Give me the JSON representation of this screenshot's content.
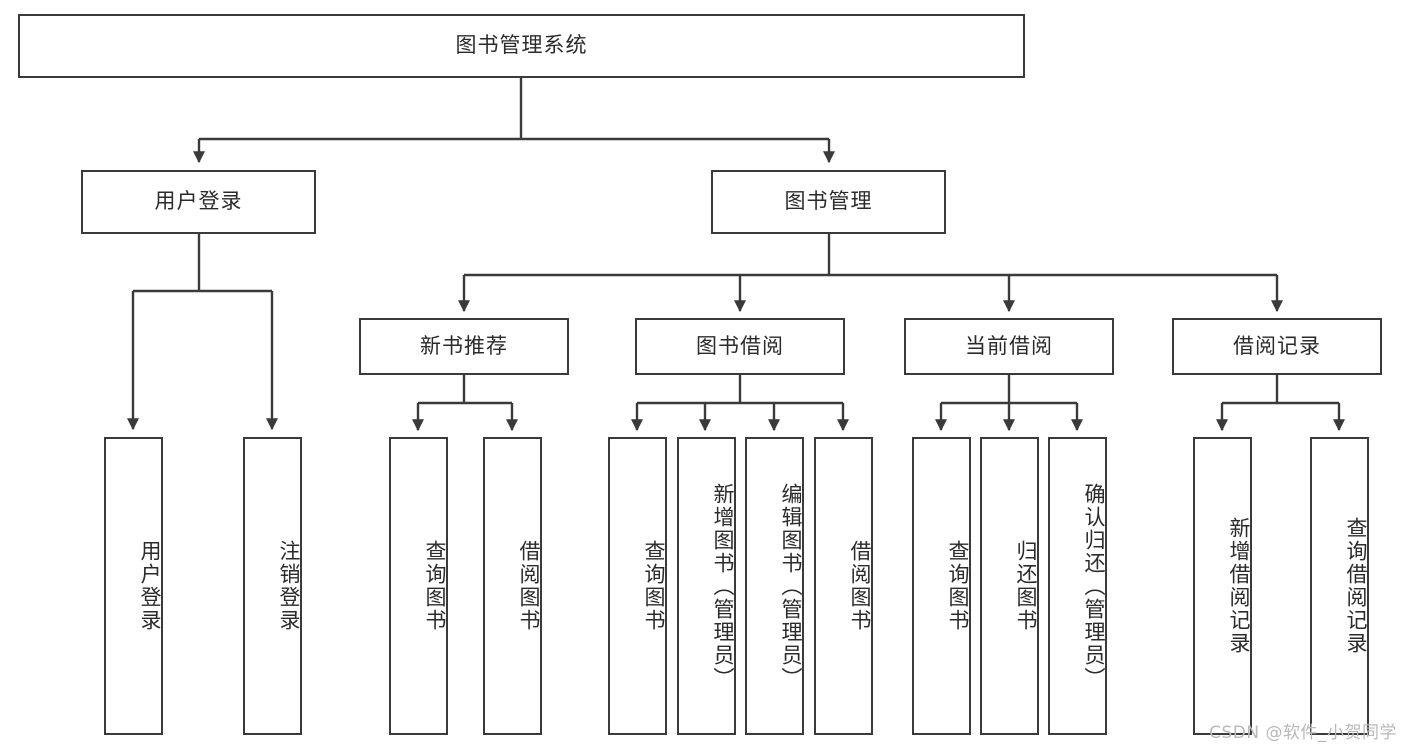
{
  "diagram": {
    "title": "图书管理系统",
    "watermark": "CSDN @软件_小贺同学",
    "colors": {
      "stroke": "#3a3a3a",
      "text": "#2b2b2b",
      "background": "#ffffff",
      "watermark": "#b9b9b9"
    },
    "root": {
      "label": "图书管理系统"
    },
    "level1": [
      {
        "label": "用户登录"
      },
      {
        "label": "图书管理"
      }
    ],
    "level2": [
      {
        "label": "新书推荐"
      },
      {
        "label": "图书借阅"
      },
      {
        "label": "当前借阅"
      },
      {
        "label": "借阅记录"
      }
    ],
    "leaves": {
      "user_login": [
        {
          "label": "用户登录"
        },
        {
          "label": "注销登录"
        }
      ],
      "new_book": [
        {
          "label": "查询图书"
        },
        {
          "label": "借阅图书"
        }
      ],
      "book_borrow": [
        {
          "label": "查询图书"
        },
        {
          "label": "新增图书（管理员）"
        },
        {
          "label": "编辑图书（管理员）"
        },
        {
          "label": "借阅图书"
        }
      ],
      "current_borrow": [
        {
          "label": "查询图书"
        },
        {
          "label": "归还图书"
        },
        {
          "label": "确认归还（管理员）"
        }
      ],
      "borrow_record": [
        {
          "label": "新增借阅记录"
        },
        {
          "label": "查询借阅记录"
        }
      ]
    }
  }
}
